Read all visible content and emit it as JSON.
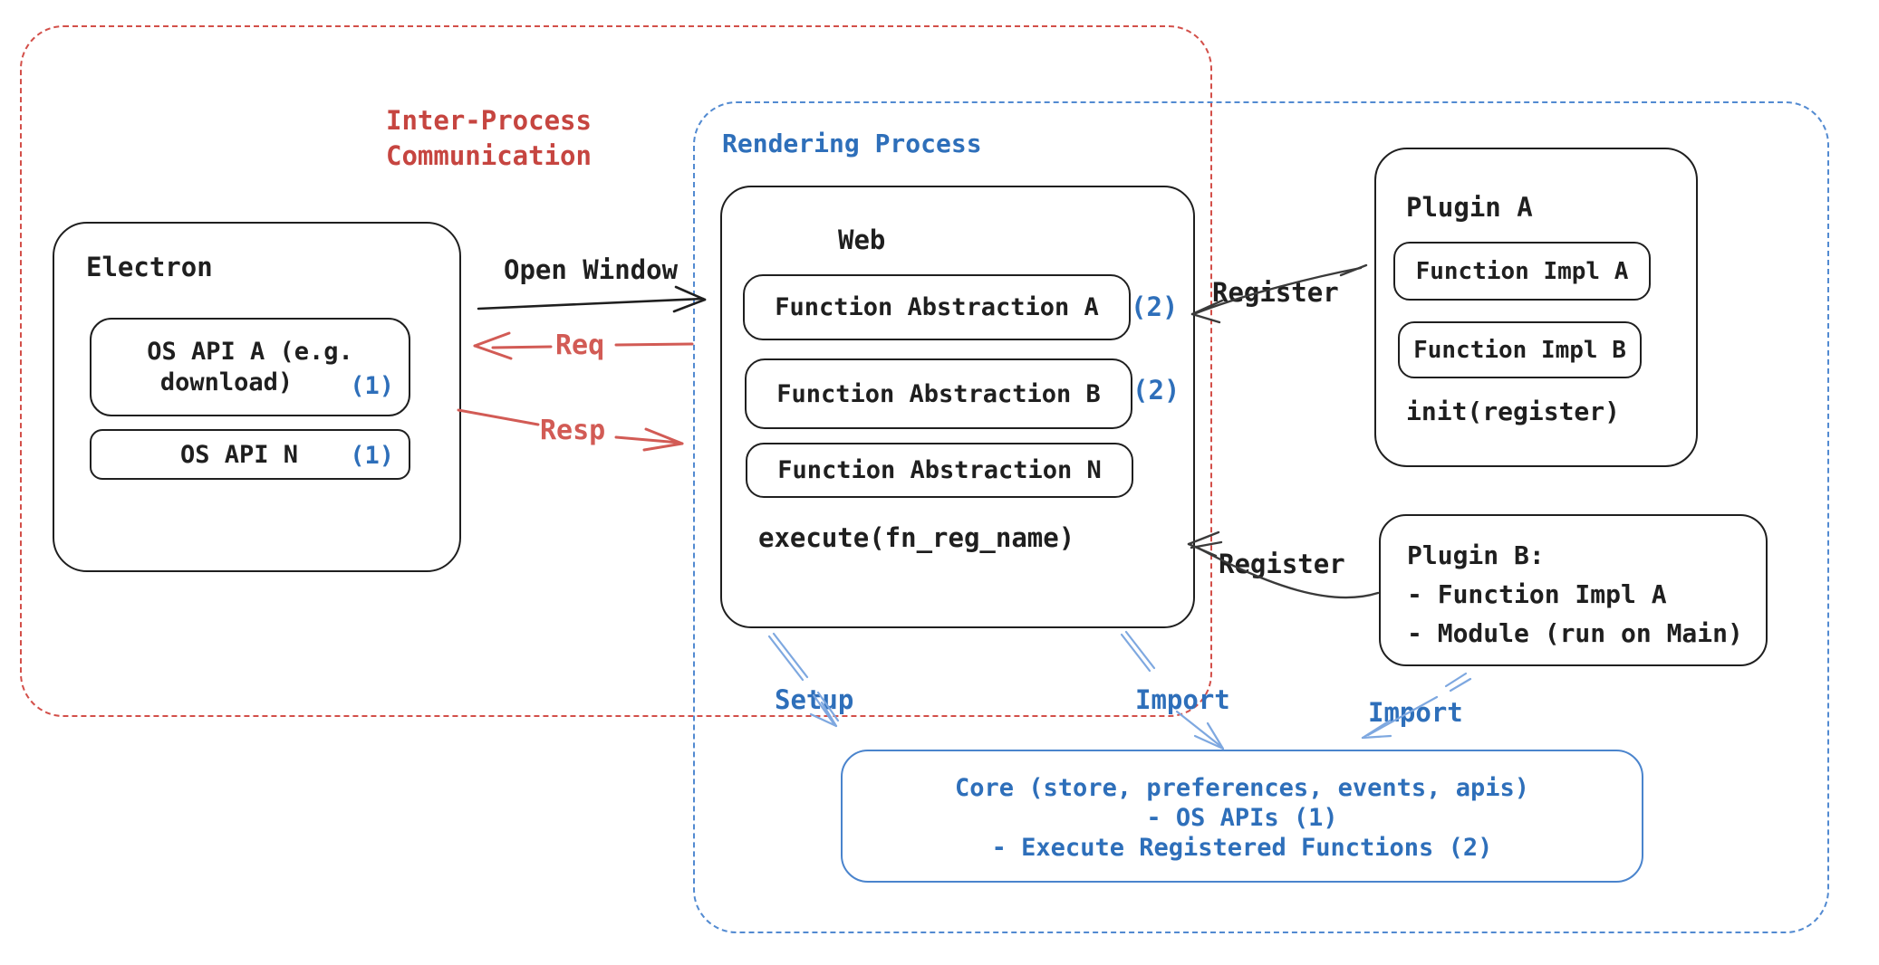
{
  "colors": {
    "red_text": "#c64540",
    "red_dash": "#d34f49",
    "red_arrow": "#d25b55",
    "blue_text": "#2e6fba",
    "blue_dash": "#528ad1",
    "core_border": "#4a84cd",
    "light_blue_arrow": "#7ea8e0",
    "ink": "#1f1f1f",
    "register_arrow": "#3a3a3a"
  },
  "ipc_group": {
    "title_line1": "Inter-Process",
    "title_line2": "Communication"
  },
  "rendering_group": {
    "title": "Rendering Process"
  },
  "electron": {
    "title": "Electron",
    "os_api_a_line1": "OS API A (e.g.",
    "os_api_a_line2": "download)",
    "os_api_a_badge": "(1)",
    "os_api_n_label": "OS API N",
    "os_api_n_badge": "(1)"
  },
  "web": {
    "title": "Web",
    "abstraction_a": "Function Abstraction A",
    "abstraction_a_badge": "(2)",
    "abstraction_b": "Function Abstraction B",
    "abstraction_b_badge": "(2)",
    "abstraction_n": "Function Abstraction N",
    "execute_label": "execute(fn_reg_name)"
  },
  "plugin_a": {
    "title": "Plugin A",
    "impl_a": "Function Impl A",
    "impl_b": "Function Impl B",
    "init_label": "init(register)"
  },
  "plugin_b": {
    "title": "Plugin B:",
    "item_1": "- Function Impl A",
    "item_2": "- Module (run on Main)"
  },
  "core": {
    "line1": "Core (store, preferences, events, apis)",
    "line2": "- OS APIs (1)",
    "line3": "- Execute Registered Functions (2)"
  },
  "arrows": {
    "open_window": "Open Window",
    "req": "Req",
    "resp": "Resp",
    "register_top": "Register",
    "register_bottom": "Register",
    "setup": "Setup",
    "import_web": "Import",
    "import_plugin": "Import"
  }
}
